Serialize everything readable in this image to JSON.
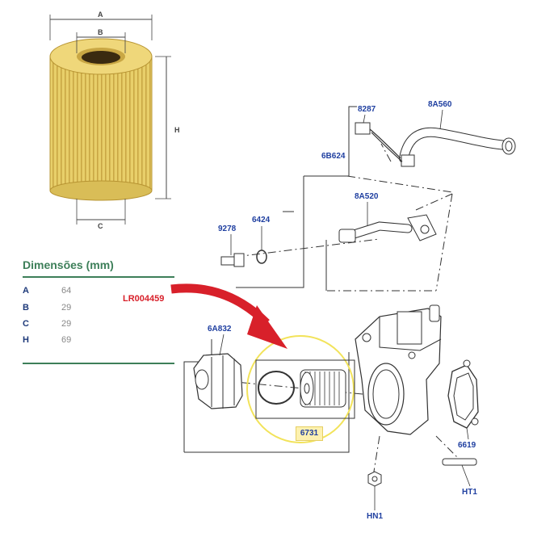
{
  "dimensions": {
    "title": "Dimensões (mm)",
    "rows": [
      {
        "label": "A",
        "value": "64"
      },
      {
        "label": "B",
        "value": "29"
      },
      {
        "label": "C",
        "value": "29"
      },
      {
        "label": "H",
        "value": "69"
      }
    ]
  },
  "filter_dim_letters": {
    "a": "A",
    "b": "B",
    "c": "C",
    "h": "H"
  },
  "reference": "LR004459",
  "parts": {
    "p8287": "8287",
    "p8A560": "8A560",
    "p6B624": "6B624",
    "p8A520": "8A520",
    "p9278": "9278",
    "p6424": "6424",
    "p6A832": "6A832",
    "p6731": "6731",
    "p6619": "6619",
    "pHT1": "HT1",
    "pHN1": "HN1"
  },
  "colors": {
    "accent_green": "#3d7f59",
    "part_blue": "#1f3fa0",
    "arrow_red": "#d8202a",
    "highlight_yellow": "#f2e35a"
  }
}
